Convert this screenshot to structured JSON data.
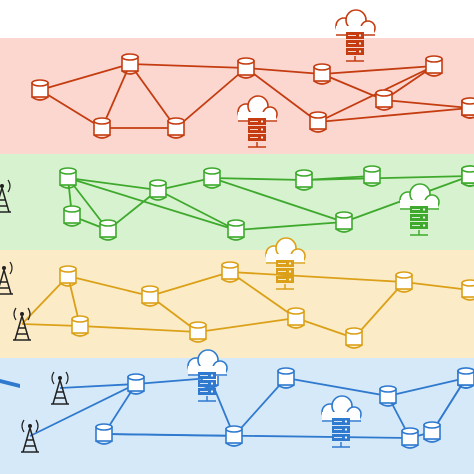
{
  "diagram": {
    "layers": [
      {
        "id": "layer-1",
        "band_color": "#fbd7d0",
        "line_color": "#c43c10",
        "nodes": [
          {
            "id": "r1",
            "kind": "database"
          },
          {
            "id": "r2",
            "kind": "database"
          },
          {
            "id": "r3",
            "kind": "database"
          },
          {
            "id": "r4",
            "kind": "database"
          },
          {
            "id": "r5",
            "kind": "database"
          },
          {
            "id": "r6",
            "kind": "database"
          },
          {
            "id": "r7",
            "kind": "database"
          },
          {
            "id": "r8",
            "kind": "database"
          },
          {
            "id": "r9",
            "kind": "database"
          },
          {
            "id": "r10",
            "kind": "database"
          },
          {
            "id": "r11",
            "kind": "database"
          },
          {
            "id": "rc1",
            "kind": "cloud-server"
          },
          {
            "id": "rc2",
            "kind": "cloud-server"
          }
        ],
        "links": [
          [
            "r1",
            "r2"
          ],
          [
            "r1",
            "r3"
          ],
          [
            "r2",
            "r3"
          ],
          [
            "r2",
            "r4"
          ],
          [
            "r3",
            "r4"
          ],
          [
            "r4",
            "r5"
          ],
          [
            "r5",
            "r6"
          ],
          [
            "r6",
            "r7"
          ],
          [
            "r6",
            "r8"
          ],
          [
            "r7",
            "r8"
          ],
          [
            "r8",
            "r9"
          ],
          [
            "r9",
            "r10"
          ],
          [
            "r10",
            "r11"
          ],
          [
            "r7",
            "r10"
          ],
          [
            "r5",
            "r9"
          ],
          [
            "r3",
            "r5"
          ]
        ]
      },
      {
        "id": "layer-2",
        "band_color": "#d7f2cf",
        "line_color": "#3ea92d",
        "nodes": [
          {
            "id": "g1",
            "kind": "database"
          },
          {
            "id": "g2",
            "kind": "database"
          },
          {
            "id": "g3",
            "kind": "database"
          },
          {
            "id": "g4",
            "kind": "database"
          },
          {
            "id": "g5",
            "kind": "database"
          },
          {
            "id": "g6",
            "kind": "database"
          },
          {
            "id": "g7",
            "kind": "database"
          },
          {
            "id": "g8",
            "kind": "database"
          },
          {
            "id": "g9",
            "kind": "database"
          },
          {
            "id": "g10",
            "kind": "database"
          },
          {
            "id": "g11",
            "kind": "database"
          },
          {
            "id": "g12",
            "kind": "database"
          },
          {
            "id": "gc1",
            "kind": "cloud-server"
          },
          {
            "id": "gt1",
            "kind": "tower"
          }
        ],
        "links": [
          [
            "g1",
            "g2"
          ],
          [
            "g1",
            "g3"
          ],
          [
            "g2",
            "g3"
          ],
          [
            "g3",
            "g4"
          ],
          [
            "g2",
            "g4"
          ],
          [
            "g4",
            "g5"
          ],
          [
            "g5",
            "g6"
          ],
          [
            "g6",
            "g7"
          ],
          [
            "g4",
            "g8"
          ],
          [
            "g8",
            "g9"
          ],
          [
            "g9",
            "g10"
          ],
          [
            "g10",
            "g11"
          ],
          [
            "g11",
            "g12"
          ],
          [
            "g6",
            "g10"
          ],
          [
            "g3",
            "g8"
          ],
          [
            "g5",
            "g9"
          ]
        ]
      },
      {
        "id": "layer-3",
        "band_color": "#fbecc7",
        "line_color": "#dba018",
        "nodes": [
          {
            "id": "y1",
            "kind": "database"
          },
          {
            "id": "y2",
            "kind": "database"
          },
          {
            "id": "y3",
            "kind": "database"
          },
          {
            "id": "y4",
            "kind": "database"
          },
          {
            "id": "y5",
            "kind": "database"
          },
          {
            "id": "y6",
            "kind": "database"
          },
          {
            "id": "y7",
            "kind": "database"
          },
          {
            "id": "y8",
            "kind": "database"
          },
          {
            "id": "y9",
            "kind": "database"
          },
          {
            "id": "yc1",
            "kind": "cloud-server"
          },
          {
            "id": "yt1",
            "kind": "tower"
          },
          {
            "id": "yt2",
            "kind": "tower"
          }
        ],
        "links": [
          [
            "y1",
            "y2"
          ],
          [
            "y1",
            "y3"
          ],
          [
            "y2",
            "y4"
          ],
          [
            "y3",
            "y4"
          ],
          [
            "y3",
            "y5"
          ],
          [
            "y5",
            "y6"
          ],
          [
            "y4",
            "y6"
          ],
          [
            "y6",
            "y7"
          ],
          [
            "y7",
            "y8"
          ],
          [
            "y5",
            "y8"
          ],
          [
            "y8",
            "y9"
          ],
          [
            "y1",
            "yt2"
          ],
          [
            "y2",
            "yt2"
          ]
        ]
      },
      {
        "id": "layer-4",
        "band_color": "#d5e9f8",
        "line_color": "#2f79cf",
        "nodes": [
          {
            "id": "b1",
            "kind": "database"
          },
          {
            "id": "b2",
            "kind": "database"
          },
          {
            "id": "b3",
            "kind": "database"
          },
          {
            "id": "b4",
            "kind": "database"
          },
          {
            "id": "b5",
            "kind": "database"
          },
          {
            "id": "b6",
            "kind": "database"
          },
          {
            "id": "b7",
            "kind": "database"
          },
          {
            "id": "b8",
            "kind": "database"
          },
          {
            "id": "b9",
            "kind": "database"
          },
          {
            "id": "b10",
            "kind": "database"
          },
          {
            "id": "bc1",
            "kind": "cloud-server"
          },
          {
            "id": "bc2",
            "kind": "cloud-server"
          },
          {
            "id": "bt1",
            "kind": "tower"
          },
          {
            "id": "bt2",
            "kind": "tower"
          },
          {
            "id": "bl1",
            "kind": "laptop"
          }
        ],
        "links": [
          [
            "b1",
            "b2"
          ],
          [
            "b1",
            "b3"
          ],
          [
            "b2",
            "b4"
          ],
          [
            "b3",
            "b4"
          ],
          [
            "b4",
            "b5"
          ],
          [
            "b2",
            "b6"
          ],
          [
            "b6",
            "b7"
          ],
          [
            "b5",
            "b7"
          ],
          [
            "b7",
            "b8"
          ],
          [
            "b8",
            "b9"
          ],
          [
            "b9",
            "b10"
          ],
          [
            "b6",
            "b9"
          ],
          [
            "b1",
            "bt2"
          ],
          [
            "bt1",
            "b1"
          ]
        ]
      }
    ],
    "interlayer_links": []
  }
}
